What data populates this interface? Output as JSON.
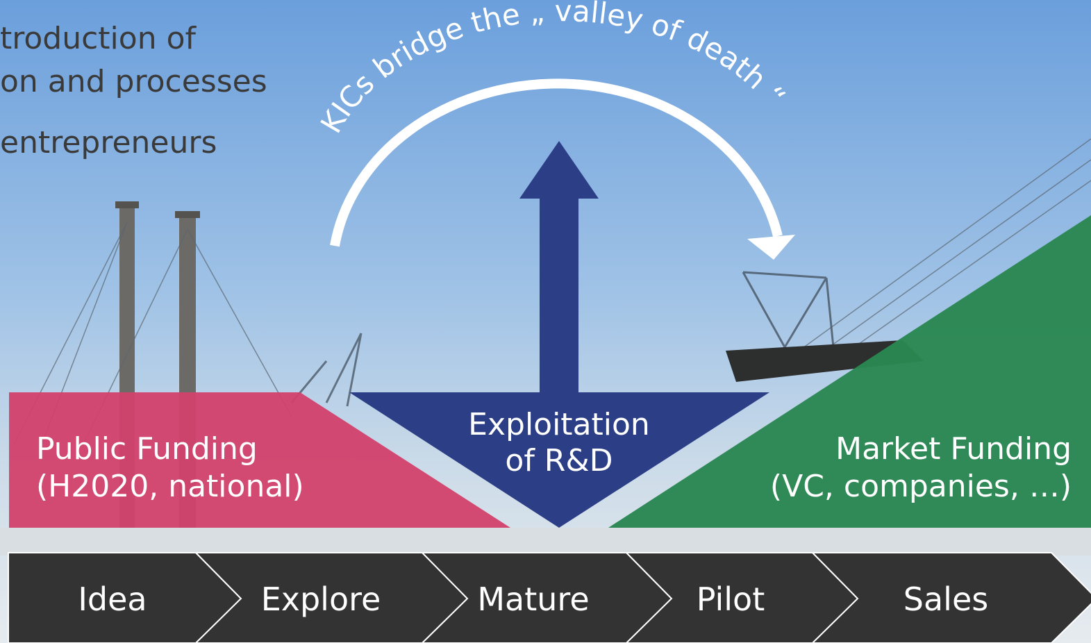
{
  "bullets": [
    "troduction of",
    "on and processes",
    "entrepreneurs"
  ],
  "arc_caption": "KICs bridge the „ valley of death “",
  "center_box": {
    "line1": "Exploitation",
    "line2": "of R&D"
  },
  "public_funding": {
    "line1": "Public Funding",
    "line2": "(H2020, national)"
  },
  "market_funding": {
    "line1": "Market Funding",
    "line2": "(VC, companies, …)"
  },
  "steps": [
    "Idea",
    "Explore",
    "Mature",
    "Pilot",
    "Sales"
  ],
  "colors": {
    "public": "#d2416c",
    "market": "#2a8752",
    "center": "#2c3f86",
    "steps": "#333333",
    "sky_top": "#6fa2dd",
    "sky_bottom": "#dfe7ee"
  }
}
